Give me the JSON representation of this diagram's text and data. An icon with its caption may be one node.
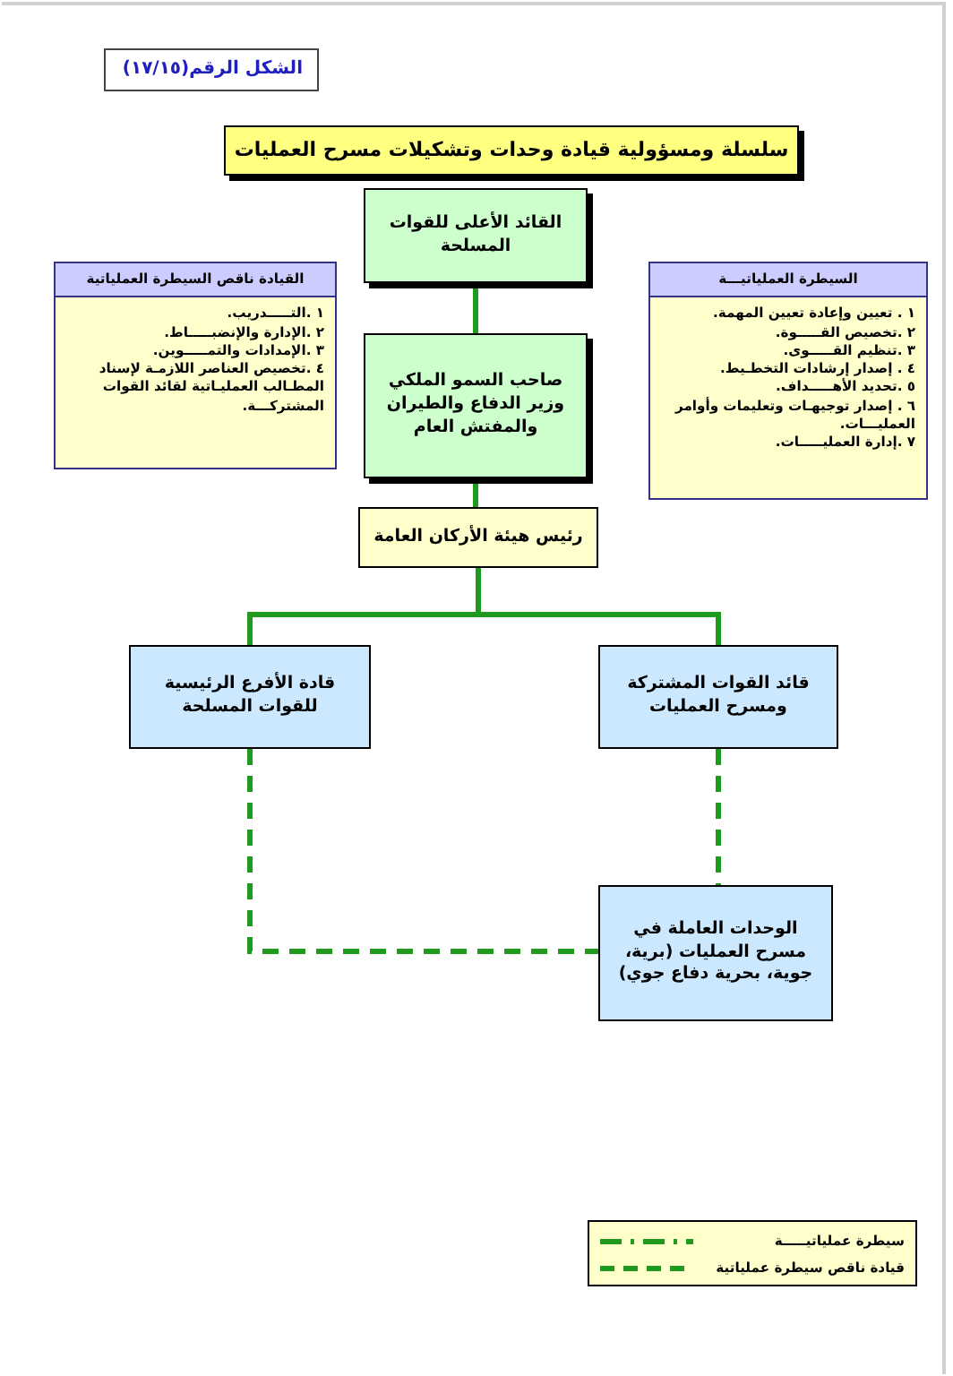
{
  "diagram": {
    "title": "سلسلة ومسؤولية قيادة وحدات وتشكيلات مسرح العمليات",
    "nodes": [
      {
        "text": [
          "القائد الأعلى للقوات المسلحة"
        ]
      },
      {
        "text": [
          "صاحب السمو الملكي وزير الدفاع والطيران والمفتش العام"
        ]
      },
      {
        "text": [
          "رئيس هيئة الأركان العامة"
        ]
      },
      {
        "text": [
          "قادة الأفرع الرئيسية للقوات المسلحة"
        ]
      },
      {
        "text": [
          "قائد القوات المشتركة ومسرح العمليات"
        ]
      },
      {
        "text": [
          "الوحدات العاملة في مسرح العمليات (برية، جوية، بحرية دفاع جوي)"
        ]
      },
      {
        "text": [
          "القيادة ناقص السيطرة العملياتية",
          "١ .التـــــدريب.",
          "٢ .الإدارة والإنضبـــــاط.",
          "٣ .الإمدادات والتمـــــوين.",
          "٤ .تخصيص العناصر اللازمـة لإسناد المطـالب العمليـاتية لقائد القوات المشتركـــة."
        ]
      },
      {
        "text": [
          "السيطرة العملياتيـــة",
          "١ . تعيين وإعادة تعيين المهمة.",
          "٢ .تخصيص القـــــوة.",
          "٣ .تنظيم القـــــوى.",
          "٤ . إصدار إرشادات التخطـيط.",
          "٥ .تحديد الأهـــــداف.",
          "٦ . إصدار توجيهـات وتعليمات وأوامر العمليـــات.",
          "٧ .إدارة العمليـــــات."
        ]
      }
    ],
    "edges": [
      {
        "from": 0,
        "to": 1,
        "arrow": "none"
      },
      {
        "from": 1,
        "to": 2,
        "arrow": "none"
      },
      {
        "from": 2,
        "to": 3,
        "arrow": "none"
      },
      {
        "from": 2,
        "to": 4,
        "arrow": "none"
      },
      {
        "from": 4,
        "to": 5,
        "arrow": "none",
        "style": "dashed"
      },
      {
        "from": 3,
        "to": 5,
        "arrow": "none",
        "style": "dashed"
      }
    ],
    "labels": [
      "الشكل الرقم(١٧/١٥)"
    ],
    "legend": [
      {
        "text": "سيطرة عملياتيـــــة"
      },
      {
        "text": "قيادة ناقص سيطرة عملياتية"
      }
    ]
  }
}
